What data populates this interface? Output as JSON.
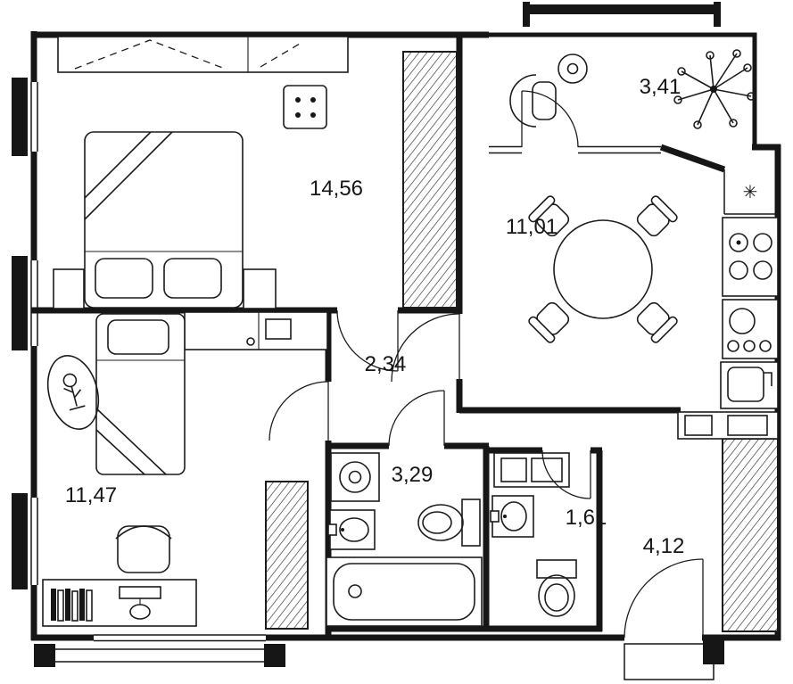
{
  "plan": {
    "rooms": [
      {
        "id": "bedroom",
        "area": "14,56"
      },
      {
        "id": "kitchen",
        "area": "11,01"
      },
      {
        "id": "balcony",
        "area": "3,41"
      },
      {
        "id": "hallway",
        "area": "2,34"
      },
      {
        "id": "bathroom",
        "area": "3,29"
      },
      {
        "id": "wc",
        "area": "1,61"
      },
      {
        "id": "corridor",
        "area": "4,12"
      },
      {
        "id": "living_room",
        "area": "11,47"
      }
    ],
    "symbols": {
      "vent": "✳"
    },
    "colors": {
      "line": "#161616",
      "background": "#ffffff"
    }
  }
}
